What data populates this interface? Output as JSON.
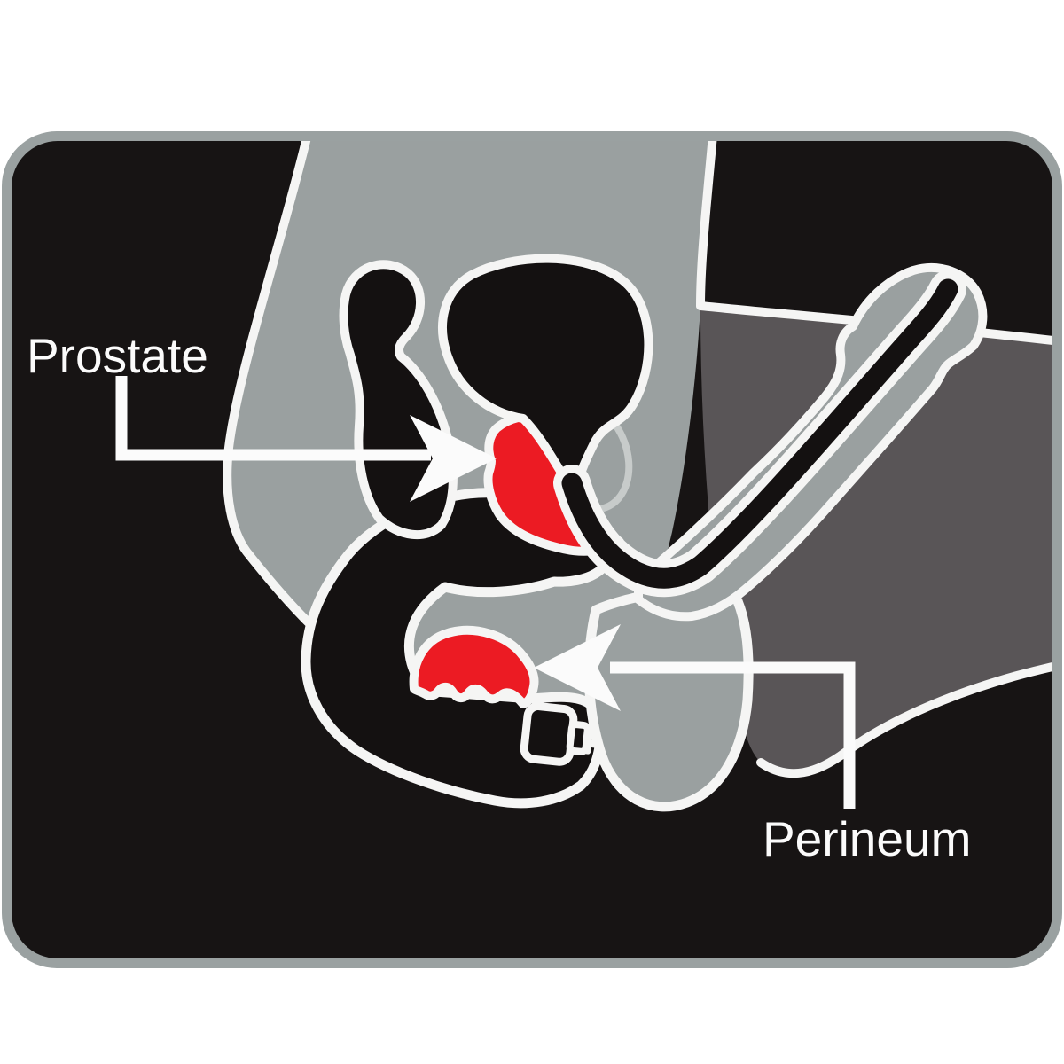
{
  "diagram": {
    "type": "anatomy-cross-section-illustration",
    "annotations": [
      {
        "label": "Prostate",
        "target": "prostate-region",
        "arrow_direction": "right"
      },
      {
        "label": "Perineum",
        "target": "perineum-region",
        "arrow_direction": "left"
      }
    ],
    "colors": {
      "page_bg": "#ffffff",
      "panel_bg": "#171414",
      "panel_border": "#9aa1a1",
      "body_gray": "#9aa0a0",
      "far_leg_gray": "#595557",
      "outline_white": "#f5f5f4",
      "highlight_red": "#ec1b23",
      "ring_gray": "#c7cbca",
      "label_text": "#fbfbfb",
      "organ_black": "#141111"
    }
  }
}
